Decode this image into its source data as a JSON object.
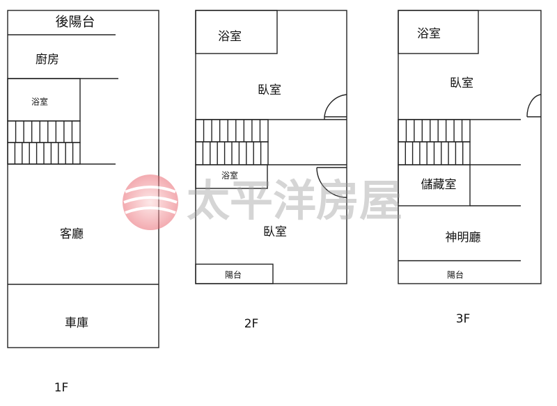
{
  "floors": {
    "f1": {
      "label": "1F",
      "rooms": {
        "back_balcony": "後陽台",
        "kitchen": "廚房",
        "bathroom": "浴室",
        "living_room": "客廳",
        "garage": "車庫"
      }
    },
    "f2": {
      "label": "2F",
      "rooms": {
        "bathroom_top": "浴室",
        "bedroom_top": "臥室",
        "bathroom_small": "浴室",
        "bedroom_bottom": "臥室",
        "balcony": "陽台"
      }
    },
    "f3": {
      "label": "3F",
      "rooms": {
        "bathroom": "浴室",
        "bedroom": "臥室",
        "storage": "儲藏室",
        "shrine_hall": "神明廳",
        "balcony": "陽台"
      }
    }
  },
  "watermark": {
    "text": "太平洋房屋",
    "logo_color": "#e8606a"
  }
}
